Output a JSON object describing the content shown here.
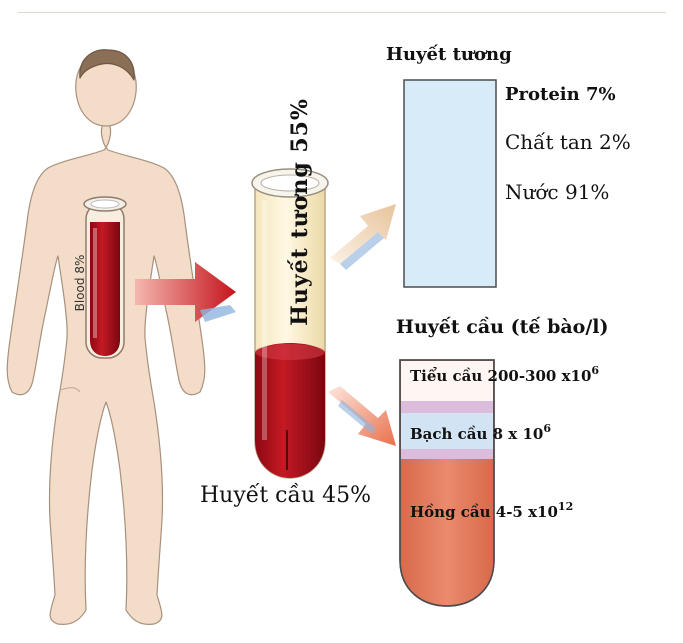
{
  "plasma": {
    "title": "Huyết tương",
    "vertical_label": "Huyết tương 55%",
    "components": [
      {
        "name": "Protein",
        "value": "7%"
      },
      {
        "name": "Chất tan",
        "value": "2%"
      },
      {
        "name": "Nước",
        "value": "91%"
      }
    ]
  },
  "cells": {
    "title": "Huyết cầu (tế bào/l)",
    "label": "Huyết cầu 45%",
    "platelets": {
      "text": "Tiểu cầu 200-300 x10",
      "exp": "6"
    },
    "leukocytes": {
      "text": "Bạch cầu 8 x 10",
      "exp": "6"
    },
    "erythrocytes": {
      "text": "Hồng cầu 4-5 x10",
      "exp": "12"
    }
  },
  "body": {
    "blood_label": "Blood 8%"
  },
  "colors": {
    "plasma": "#d6ebf7",
    "blood": "#b0101c",
    "red_cells": "#e27b5e",
    "skin": "#f3dcc8"
  }
}
